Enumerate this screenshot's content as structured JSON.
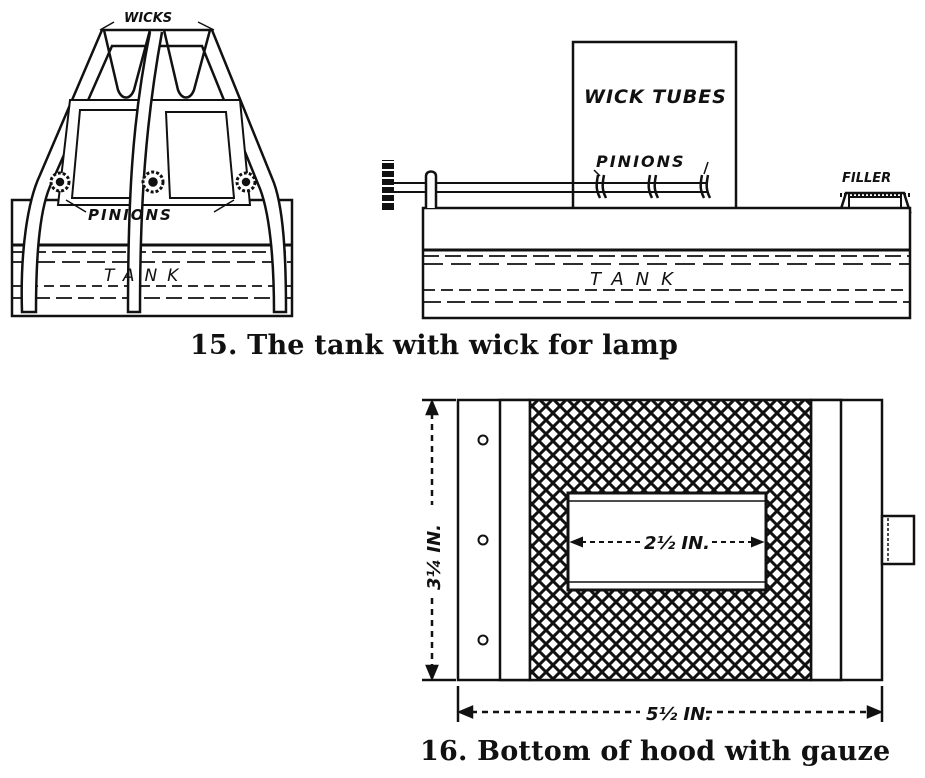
{
  "figure15": {
    "caption": "15. The tank with wick for lamp",
    "front_view": {
      "label_wicks": "WICKS",
      "label_pinions": "PINIONS",
      "label_tank": "TANK"
    },
    "side_view": {
      "label_wick_tubes": "WICK TUBES",
      "label_pinions": "PINIONS",
      "label_filler": "FILLER",
      "label_tank": "TANK"
    }
  },
  "figure16": {
    "caption": "16. Bottom of hood with gauze",
    "width_dimension": "5½ IN.",
    "height_dimension": "3¼ IN.",
    "opening_dimension": "2½ IN."
  }
}
